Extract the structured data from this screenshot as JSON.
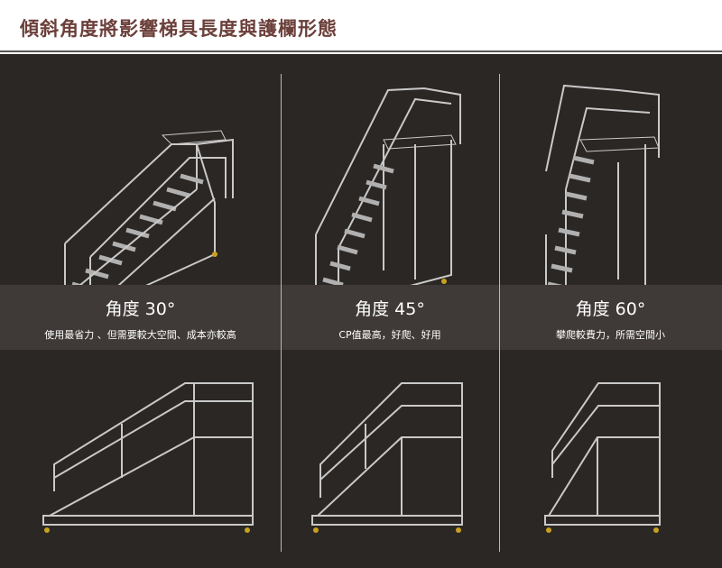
{
  "title": "傾斜角度將影響梯具長度與護欄形態",
  "columns": [
    {
      "angle": "角度 30°",
      "description": "使用最省力 、但需要較大空間、成本亦較高"
    },
    {
      "angle": "角度 45°",
      "description": "CP值最高，好爬、好用"
    },
    {
      "angle": "角度 60°",
      "description": "攀爬較費力，所需空間小"
    }
  ],
  "colors": {
    "title": "#6b3f3a",
    "background": "#2b2725",
    "band": "#3f3937",
    "frame": "#c9c9c9"
  }
}
